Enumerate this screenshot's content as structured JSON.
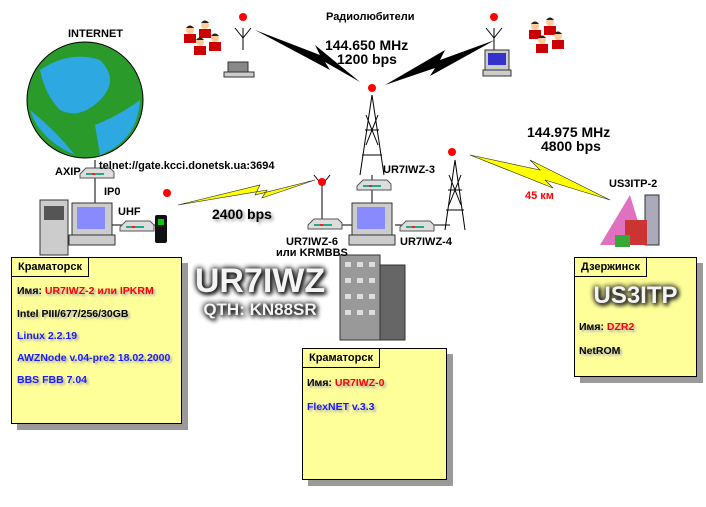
{
  "labels": {
    "internet": "INTERNET",
    "axip": "AXIP",
    "telnet": "telnet://gate.kcci.donetsk.ua:3694",
    "ip0": "IP0",
    "uhf": "UHF",
    "radioamateurs": "Радиолюбители",
    "freq1": "144.650 MHz",
    "rate1": "1200 bps",
    "rate2": "2400 bps",
    "freq2": "144.975 MHz",
    "rate3": "4800 bps",
    "distance": "45 км",
    "node3": "UR7IWZ-3",
    "node4": "UR7IWZ-4",
    "node6": "UR7IWZ-6",
    "node6_alt": "или KRMBBS",
    "us3itp2": "US3ITP-2",
    "callsign": "UR7IWZ",
    "qth": "QTH: KN88SR"
  },
  "cards": {
    "left": {
      "city": "Краматорск",
      "name_label": "Имя:",
      "name": "UR7IWZ-2 или IPKRM",
      "hw": "Intel PIII/677/256/30GB",
      "os": "Linux 2.2.19",
      "node": "AWZNode v.04-pre2 18.02.2000",
      "bbs": "BBS FBB 7.04"
    },
    "middle": {
      "city": "Краматорск",
      "name_label": "Имя:",
      "name": "UR7IWZ-0",
      "sw": "FlexNET v.3.3"
    },
    "right": {
      "city": "Дзержинск",
      "callsign": "US3ITP",
      "name_label": "Имя:",
      "name": "DZR2",
      "sw": "NetROM"
    }
  },
  "colors": {
    "card": "#ffff99",
    "lightning": "#ffff00",
    "dot": "#ff0000",
    "link_text": "#1a1aff",
    "name_text": "#ff0000"
  }
}
